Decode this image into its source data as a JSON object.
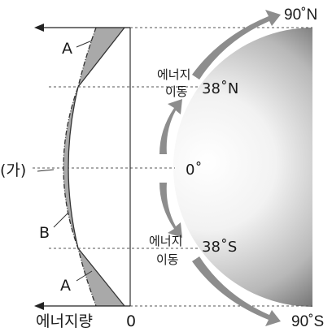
{
  "diagram": {
    "latitudes": {
      "north_pole": "90˚N",
      "north_mid": "38˚N",
      "equator": "0˚",
      "south_mid": "38˚S",
      "south_pole": "90˚S"
    },
    "energy_transfer_label_line1": "에너지",
    "energy_transfer_label_line2": "이동",
    "region_a": "A",
    "region_b": "B",
    "curve_ga": "(가)",
    "axis_label": "에너지량",
    "axis_zero": "0"
  }
}
